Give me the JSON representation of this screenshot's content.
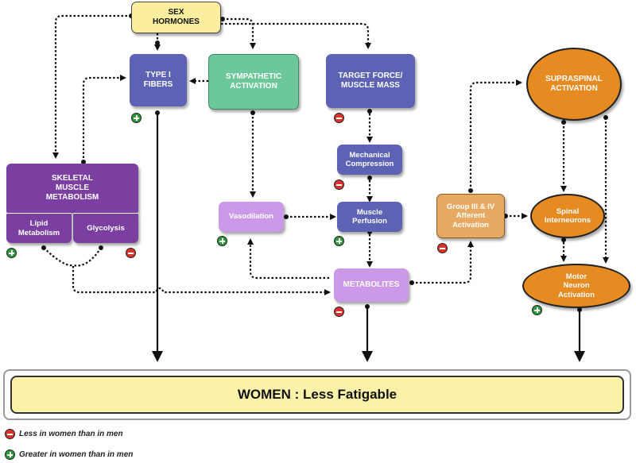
{
  "colors": {
    "yellow": "#fbef9f",
    "blue": "#5e62b4",
    "green": "#6cc79a",
    "purple": "#7a3fa0",
    "lavender": "#cc99e8",
    "tan": "#e8aa63",
    "orange": "#e68a22",
    "minus": "#d9342b",
    "plus": "#2e9a3c"
  },
  "nodes": {
    "sex_hormones": "SEX\nHORMONES",
    "type1_fibers": "TYPE I\nFIBERS",
    "sympathetic_activation": "SYMPATHETIC\nACTIVATION",
    "target_force": "TARGET FORCE/\nMUSCLE MASS",
    "supraspinal_activation": "SUPRASPINAL\nACTIVATION",
    "skeletal_muscle_metabolism": "SKELETAL\nMUSCLE\nMETABOLISM",
    "lipid_metabolism": "Lipid\nMetabolism",
    "glycolysis": "Glycolysis",
    "mechanical_compression": "Mechanical\nCompression",
    "vasodilation": "Vasodilation",
    "muscle_perfusion": "Muscle\nPerfusion",
    "group_afferent": "Group III & IV\nAfferent\nActivation",
    "spinal_interneurons": "Spinal\nInterneurons",
    "metabolites": "METABOLITES",
    "motor_neuron_activation": "Motor\nNeuron\nActivation"
  },
  "banner": "WOMEN : Less Fatigable",
  "legend": {
    "minus": "Less in women than in men",
    "plus": "Greater in women than in men"
  }
}
